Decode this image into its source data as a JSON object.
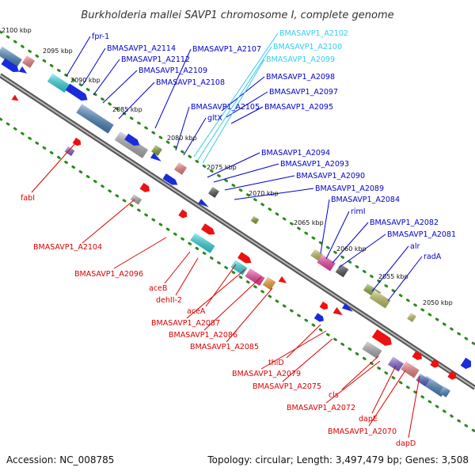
{
  "title": "Burkholderia mallei SAVP1 chromosome I, complete genome",
  "footer": {
    "accession": "Accession: NC_008785",
    "summary": "Topology: circular; Length: 3,497,479 bp; Genes: 3,508"
  },
  "colors": {
    "backbone": "#8a8a8a",
    "forward_label": "#0000cc",
    "forward_highlight_label": "#33ccee",
    "reverse_label": "#dd0000",
    "tick_marks": "#2a8a1a"
  },
  "kbp_markers": [
    "2100 kbp",
    "2095 kbp",
    "2090 kbp",
    "2085 kbp",
    "2080 kbp",
    "2075 kbp",
    "2070 kbp",
    "2065 kbp",
    "2060 kbp",
    "2055 kbp",
    "2050 kbp"
  ],
  "forward_labels": [
    {
      "text": "fpr-1",
      "color": "blue"
    },
    {
      "text": "BMASAVP1_A2114",
      "color": "blue"
    },
    {
      "text": "BMASAVP1_A2112",
      "color": "blue"
    },
    {
      "text": "BMASAVP1_A2109",
      "color": "blue"
    },
    {
      "text": "BMASAVP1_A2108",
      "color": "blue"
    },
    {
      "text": "BMASAVP1_A2107",
      "color": "blue"
    },
    {
      "text": "BMASAVP1_A2105",
      "color": "blue"
    },
    {
      "text": "gltX",
      "color": "blue"
    },
    {
      "text": "BMASAVP1_A2102",
      "color": "cyan"
    },
    {
      "text": "BMASAVP1_A2100",
      "color": "cyan"
    },
    {
      "text": "BMASAVP1_A2099",
      "color": "cyan"
    },
    {
      "text": "BMASAVP1_A2098",
      "color": "blue"
    },
    {
      "text": "BMASAVP1_A2097",
      "color": "blue"
    },
    {
      "text": "BMASAVP1_A2095",
      "color": "blue"
    },
    {
      "text": "BMASAVP1_A2094",
      "color": "blue"
    },
    {
      "text": "BMASAVP1_A2093",
      "color": "blue"
    },
    {
      "text": "BMASAVP1_A2090",
      "color": "blue"
    },
    {
      "text": "BMASAVP1_A2089",
      "color": "blue"
    },
    {
      "text": "BMASAVP1_A2084",
      "color": "blue"
    },
    {
      "text": "rimI",
      "color": "blue"
    },
    {
      "text": "BMASAVP1_A2082",
      "color": "blue"
    },
    {
      "text": "BMASAVP1_A2081",
      "color": "blue"
    },
    {
      "text": "alr",
      "color": "blue"
    },
    {
      "text": "radA",
      "color": "blue"
    }
  ],
  "reverse_labels": [
    {
      "text": "fabI"
    },
    {
      "text": "BMASAVP1_A2104"
    },
    {
      "text": "BMASAVP1_A2096"
    },
    {
      "text": "aceB"
    },
    {
      "text": "dehII-2"
    },
    {
      "text": "aceA"
    },
    {
      "text": "BMASAVP1_A2087"
    },
    {
      "text": "BMASAVP1_A2086"
    },
    {
      "text": "BMASAVP1_A2085"
    },
    {
      "text": "thiD"
    },
    {
      "text": "BMASAVP1_A2079"
    },
    {
      "text": "BMASAVP1_A2075"
    },
    {
      "text": "cls"
    },
    {
      "text": "BMASAVP1_A2072"
    },
    {
      "text": "dapE"
    },
    {
      "text": "BMASAVP1_A2070"
    },
    {
      "text": "dapD"
    }
  ]
}
